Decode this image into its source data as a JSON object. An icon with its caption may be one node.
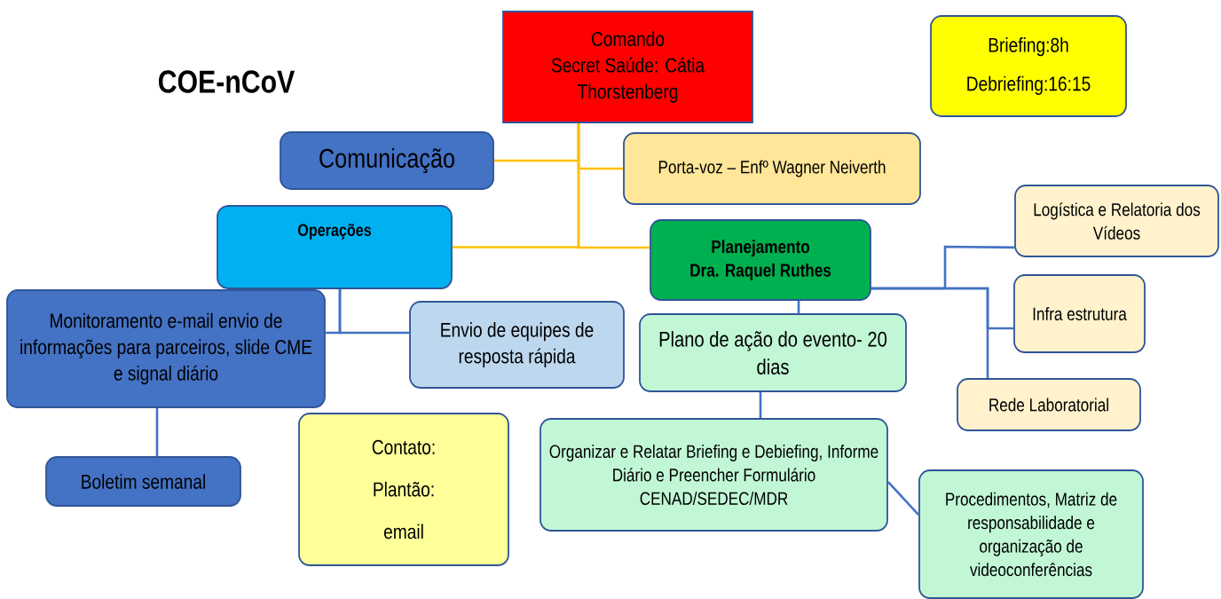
{
  "diagram": {
    "title": "COE-nCoV",
    "nodes": [
      {
        "text": [
          "Comando",
          "Secret Saúde:  Cátia Thorstenberg"
        ]
      },
      {
        "text": [
          "Briefing:8h",
          "Debriefing:16:15"
        ]
      },
      {
        "text": [
          "Comunicação"
        ]
      },
      {
        "text": [
          "Porta-voz – Enfº Wagner Neiverth"
        ]
      },
      {
        "text": [
          "Operações"
        ]
      },
      {
        "text": [
          "Planejamento",
          "Dra. Raquel Ruthes"
        ]
      },
      {
        "text": [
          "Logística e Relatoria dos Vídeos"
        ]
      },
      {
        "text": [
          "Infra estrutura"
        ]
      },
      {
        "text": [
          "Rede Laboratorial"
        ]
      },
      {
        "text": [
          "Monitoramento e-mail envio de informações para parceiros, slide  CME e signal diário"
        ]
      },
      {
        "text": [
          "Envio de equipes de resposta rápida"
        ]
      },
      {
        "text": [
          "Plano de ação do evento- 20 dias"
        ]
      },
      {
        "text": [
          "Organizar e Relatar Briefing e Debiefing, Informe Diário e Preencher Formulário CENAD/SEDEC/MDR"
        ]
      },
      {
        "text": [
          "Contato:",
          "Plantão:",
          "email"
        ]
      },
      {
        "text": [
          "Boletim semanal"
        ]
      },
      {
        "text": [
          "Procedimentos, Matriz de responsabilidade  e organização de videoconferências"
        ]
      }
    ],
    "edges": [
      {
        "from": 0,
        "to": 2,
        "arrow": "none",
        "color": "#ffc000"
      },
      {
        "from": 0,
        "to": 3,
        "arrow": "none",
        "color": "#ffc000"
      },
      {
        "from": 0,
        "to": 4,
        "arrow": "none",
        "color": "#ffc000"
      },
      {
        "from": 0,
        "to": 5,
        "arrow": "none",
        "color": "#ffc000"
      },
      {
        "from": 4,
        "to": 9,
        "arrow": "none"
      },
      {
        "from": 4,
        "to": 10,
        "arrow": "none"
      },
      {
        "from": 9,
        "to": 14,
        "arrow": "none"
      },
      {
        "from": 5,
        "to": 11,
        "arrow": "none"
      },
      {
        "from": 11,
        "to": 12,
        "arrow": "none"
      },
      {
        "from": 12,
        "to": 15,
        "arrow": "none"
      },
      {
        "from": 5,
        "to": 6,
        "arrow": "none"
      },
      {
        "from": 5,
        "to": 7,
        "arrow": "none"
      },
      {
        "from": 5,
        "to": 8,
        "arrow": "none"
      }
    ]
  }
}
